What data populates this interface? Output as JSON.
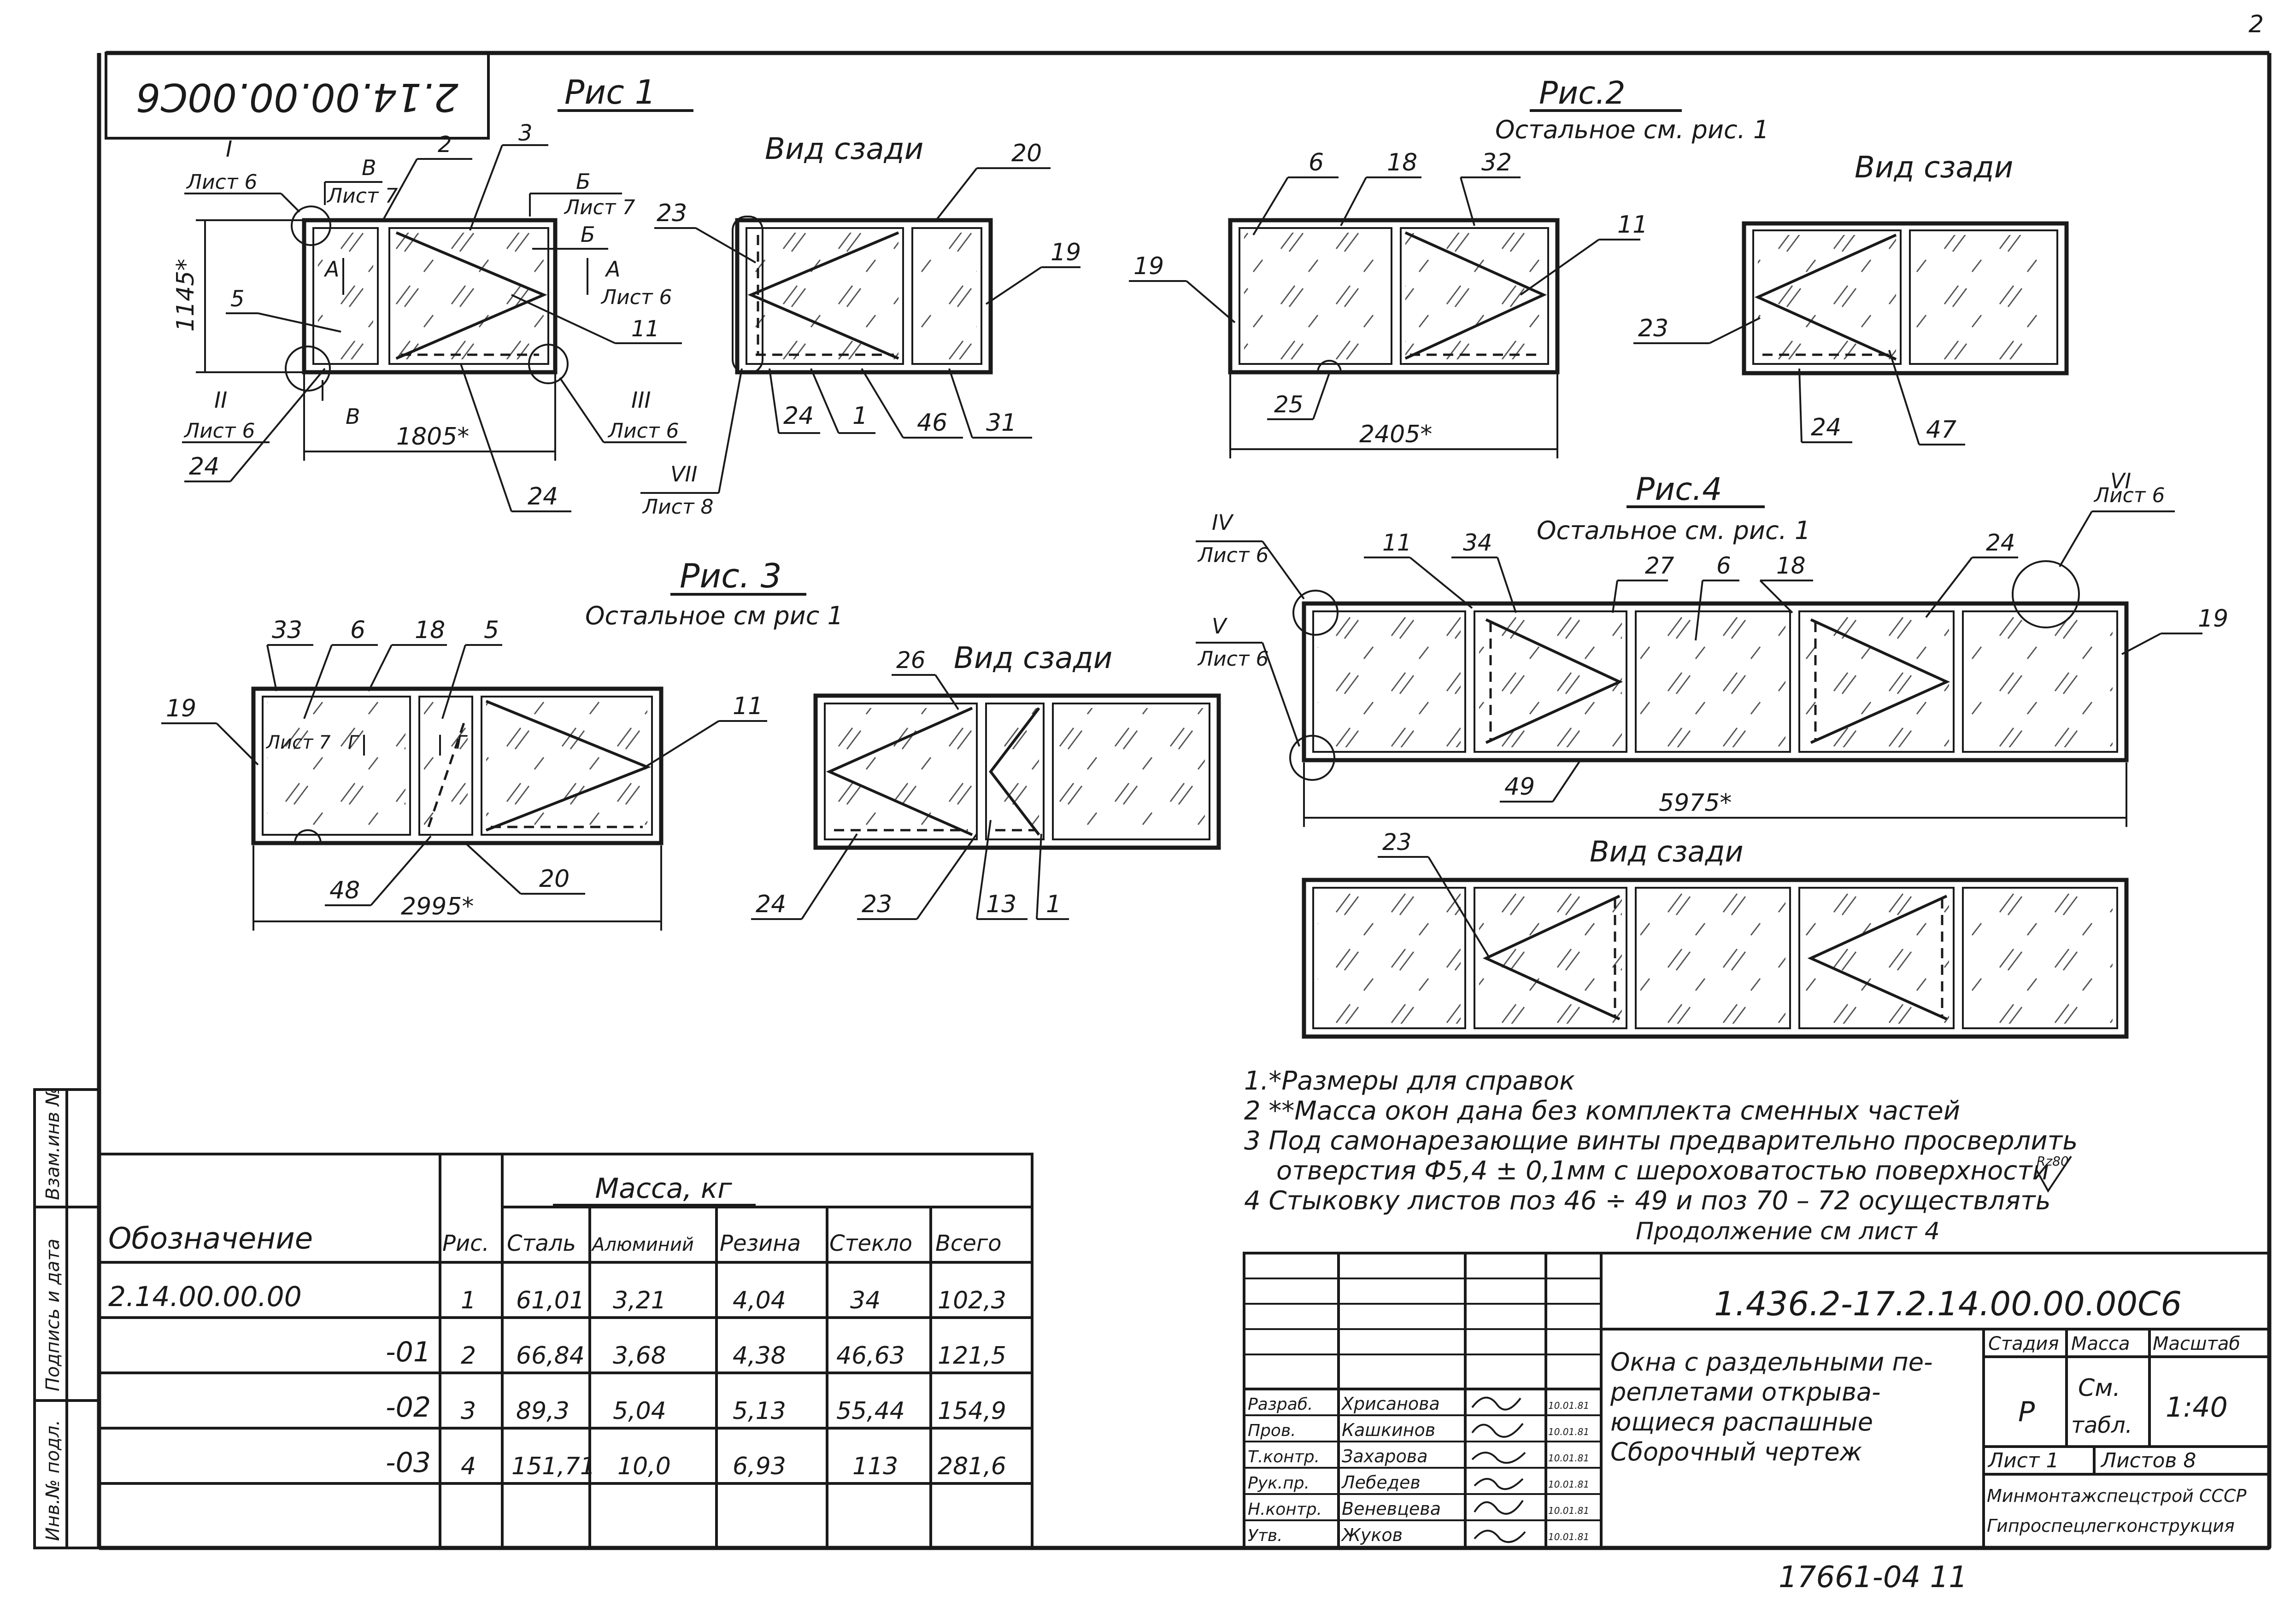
{
  "stamp_top": "2.14.00.00.00С6",
  "sheet_corner": "2",
  "figures": {
    "fig1": {
      "title": "Рис 1",
      "back_view": "Вид сзади"
    },
    "fig2": {
      "title": "Рис.2",
      "note": "Остальное см. рис. 1",
      "back_view": "Вид сзади"
    },
    "fig3": {
      "title": "Рис. 3",
      "note": "Остальное см рис 1",
      "back_view": "Вид сзади"
    },
    "fig4": {
      "title": "Рис.4",
      "note": "Остальное см. рис. 1",
      "back_view": "Вид сзади"
    }
  },
  "dimensions": {
    "fig1_width": "1805*",
    "fig1_height": "1145*",
    "fig2_width": "2405*",
    "fig3_width": "2995*",
    "fig4_width": "5975*"
  },
  "callouts": {
    "list6": "Лист 6",
    "list7": "Лист 7",
    "list8": "Лист 8",
    "I": "I",
    "II": "II",
    "III": "III",
    "IV": "IV",
    "V": "V",
    "VI": "VI",
    "VII": "VII",
    "A": "А",
    "B": "Б",
    "V_cut": "В",
    "G": "Г"
  },
  "labels": {
    "n1": "1",
    "n2": "2",
    "n3": "3",
    "n5": "5",
    "n6": "6",
    "n11": "11",
    "n13": "13",
    "n18": "18",
    "n19": "19",
    "n20": "20",
    "n23": "23",
    "n24": "24",
    "n25": "25",
    "n26": "26",
    "n27": "27",
    "n31": "31",
    "n32": "32",
    "n33": "33",
    "n34": "34",
    "n46": "46",
    "n47": "47",
    "n48": "48",
    "n49": "49"
  },
  "notes": [
    "1.*Размеры для справок",
    "2 **Масса окон дана без комплекта сменных частей",
    "3 Под самонарезающие винты предварительно просверлить",
    "отверстия Ф5,4 ± 0,1мм с шероховатостью поверхности",
    "4 Стыковку листов поз 46 ÷ 49 и поз 70 – 72 осуществлять",
    "Продолжение см лист 4"
  ],
  "roughness": "Rz80",
  "mass_table": {
    "group_header": "Масса, кг",
    "headers": [
      "Обозначение",
      "Рис.",
      "Сталь",
      "Алюминий",
      "Резина",
      "Стекло",
      "Всего"
    ],
    "rows": [
      [
        "2.14.00.00.00",
        "1",
        "61,01",
        "3,21",
        "4,04",
        "34",
        "102,3"
      ],
      [
        "-01",
        "2",
        "66,84",
        "3,68",
        "4,38",
        "46,63",
        "121,5"
      ],
      [
        "-02",
        "3",
        "89,3",
        "5,04",
        "5,13",
        "55,44",
        "154,9"
      ],
      [
        "-03",
        "4",
        "151,71",
        "10,0",
        "6,93",
        "113",
        "281,6"
      ]
    ]
  },
  "side_strip": [
    "Инв.№ подл.",
    "Подпись и дата",
    "Взам.инв №"
  ],
  "title_block": {
    "code": "1.436.2-17.2.14.00.00.00С6",
    "title_lines": [
      "Окна с раздельными пе-",
      "реплетами открыва-",
      "ющиеся распашные",
      "Сборочный чертеж"
    ],
    "stage_label": "Стадия",
    "mass_label": "Масса",
    "scale_label": "Масштаб",
    "stage": "Р",
    "mass_line1": "См.",
    "mass_line2": "табл.",
    "scale": "1:40",
    "sheet": "Лист 1",
    "sheets": "Листов 8",
    "org1": "Минмонтажспецстрой СССР",
    "org2": "Гипроспецлегконструкция",
    "people": [
      [
        "Разраб.",
        "Хрисанова",
        "10.01.81"
      ],
      [
        "Пров.",
        "Кашкинов",
        "10.01.81"
      ],
      [
        "Т.контр.",
        "Захарова",
        "10.01.81"
      ],
      [
        "Рук.пр.",
        "Лебедев",
        "10.01.81"
      ],
      [
        "Н.контр.",
        "Веневцева",
        "10.01.81"
      ],
      [
        "Утв.",
        "Жуков",
        "10.01.81"
      ]
    ]
  },
  "bottom_number": "17661-04 11"
}
